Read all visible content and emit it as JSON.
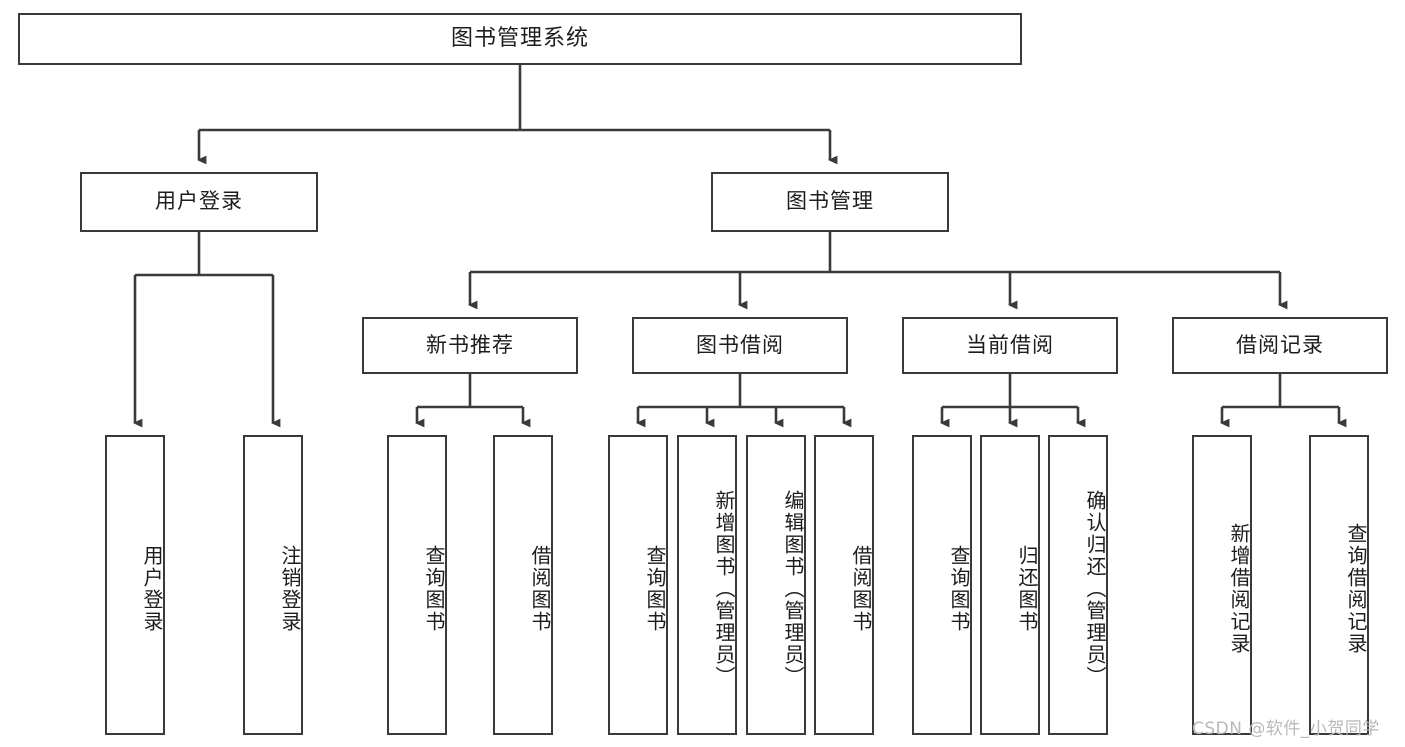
{
  "diagram": {
    "type": "tree",
    "title": "图书管理系统",
    "stroke_color": "#3a3a3a",
    "text_color": "#1d1d1d",
    "background": "#ffffff"
  },
  "root": {
    "label": "图书管理系统"
  },
  "level2": {
    "user_login": {
      "label": "用户登录"
    },
    "book_manage": {
      "label": "图书管理"
    }
  },
  "level3": {
    "new_book_recommend": {
      "label": "新书推荐"
    },
    "book_borrow": {
      "label": "图书借阅"
    },
    "current_borrow": {
      "label": "当前借阅"
    },
    "borrow_record": {
      "label": "借阅记录"
    }
  },
  "leaves": {
    "user_login": [
      {
        "label": "用户登录"
      },
      {
        "label": "注销登录"
      }
    ],
    "new_book_recommend": [
      {
        "label": "查询图书"
      },
      {
        "label": "借阅图书"
      }
    ],
    "book_borrow": [
      {
        "label": "查询图书"
      },
      {
        "label": "新增图书（管理员）"
      },
      {
        "label": "编辑图书（管理员）"
      },
      {
        "label": "借阅图书"
      }
    ],
    "current_borrow": [
      {
        "label": "查询图书"
      },
      {
        "label": "归还图书"
      },
      {
        "label": "确认归还（管理员）"
      }
    ],
    "borrow_record": [
      {
        "label": "新增借阅记录"
      },
      {
        "label": "查询借阅记录"
      }
    ]
  },
  "watermark": {
    "text": "CSDN @软件_小贺同学"
  }
}
